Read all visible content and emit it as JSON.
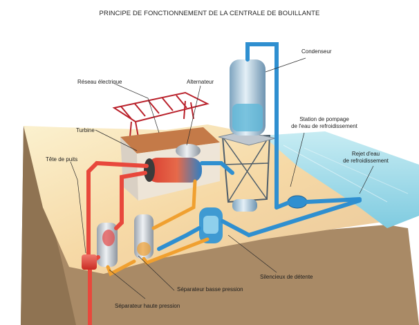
{
  "title": "PRINCIPE DE FONCTIONNEMENT DE LA CENTRALE DE BOUILLANTE",
  "labels": {
    "condenseur": "Condenseur",
    "reseau": "Réseau électrique",
    "alternateur": "Alternateur",
    "station_line1": "Station de pompage",
    "station_line2": "de l'eau de refroidissement",
    "turbine": "Turbine",
    "rejet_line1": "Rejet d'eau",
    "rejet_line2": "de refroidissement",
    "tete": "Tête de puits",
    "silencieux": "Silencieux de détente",
    "sep_basse": "Séparateur basse pression",
    "sep_haute": "Séparateur haute pression"
  },
  "colors": {
    "hot": "#e8483c",
    "warm": "#f0a030",
    "cold": "#2f8fd0",
    "sea": "#8fd4e4",
    "ground": "#a58764",
    "building": "#c47a48",
    "pylon": "#b9202a"
  }
}
